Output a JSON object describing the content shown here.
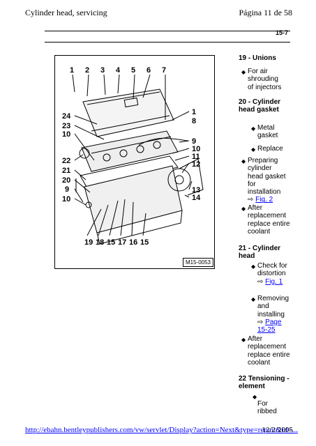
{
  "header": {
    "title": "Cylinder head, servicing",
    "page": "Página 11 de 58"
  },
  "section_page": "15-7",
  "figure": {
    "id": "M15-0053",
    "top_callouts": [
      "1",
      "2",
      "3",
      "4",
      "5",
      "6",
      "7"
    ],
    "left_callouts": [
      "24",
      "23",
      "10",
      "22",
      "21",
      "20",
      "9",
      "10"
    ],
    "right_callouts": [
      "1",
      "8",
      "9",
      "10",
      "11",
      "12",
      "13",
      "14"
    ],
    "bottom_callouts": [
      "19",
      "18",
      "15",
      "17",
      "16",
      "15"
    ]
  },
  "items": [
    {
      "title": "19 - Unions",
      "bullets": [
        {
          "text": "For air shrouding of injectors"
        }
      ]
    },
    {
      "title": "20 - Cylinder head gasket",
      "bullets": [
        {
          "text": "Metal gasket"
        },
        {
          "text": "Replace"
        },
        {
          "text": "Preparing cylinder head gasket for installation",
          "link": "Fig. 2"
        },
        {
          "text": "After replacement replace entire coolant"
        }
      ]
    },
    {
      "title": "21 - Cylinder head",
      "bullets": [
        {
          "text": "Check for distortion",
          "link": "Fig. 1"
        },
        {
          "text": "Removing and installing",
          "link": "Page 15-25"
        },
        {
          "text": "After replacement replace entire coolant"
        }
      ]
    },
    {
      "title": "22 Tensioning - element",
      "bullets": [
        {
          "text": "For ribbed"
        }
      ]
    }
  ],
  "link_arrow": "⇨",
  "footer": {
    "url": "http://ebahn.bentleypublishers.com/vw/servlet/Display?action=Next&type=repair&id=...",
    "date": "12/2/2005"
  }
}
